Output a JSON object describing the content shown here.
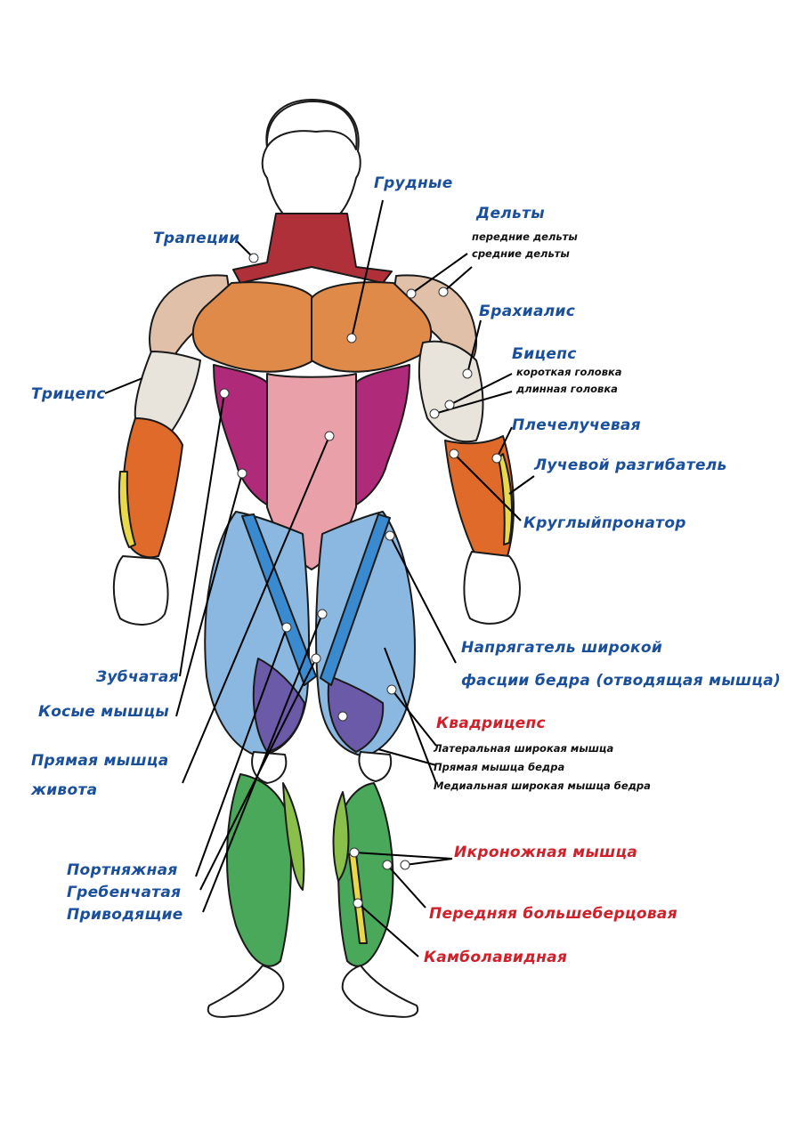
{
  "colors": {
    "label_blue": "#1a4f9c",
    "label_red": "#d0202a",
    "skin_outline": "#1a1a1a",
    "pectoral": "#e08a4a",
    "abs": "#e9a0a8",
    "oblique": "#b02a7a",
    "trapezius": "#b0303a",
    "forearm": "#e06a2a",
    "quad_light": "#8ab8e0",
    "quad_dark": "#6a5aa8",
    "sartorius": "#3a8ad0",
    "calf_green": "#4aa85a",
    "calf_lime": "#8ac04a",
    "yellow": "#e8d84a",
    "deltoid": "#e0c0a8",
    "biceps": "#e8e4dc"
  },
  "labels": {
    "grudnye": "Грудные",
    "delty": "Дельты",
    "perednie_delty": "передние дельты",
    "srednie_delty": "средние дельты",
    "trapecii": "Трапеции",
    "brahialis": "Брахиалис",
    "biceps": "Бицепс",
    "korotkaya": "короткая головка",
    "dlinnaya": "длинная головка",
    "triceps": "Трицепс",
    "plecheluch": "Плечелучевая",
    "luchevoy": "Лучевой разгибатель",
    "kruglyy": "Круглыйпронатор",
    "napryag1": "Напрягатель широкой",
    "napryag2": "фасции бедра (отводящая мышца)",
    "zubchataya": "Зубчатая",
    "kosye": "Косые мышцы",
    "pryamaya1": "Прямая мышца",
    "pryamaya2": "живота",
    "kvadriceps": "Квадрицепс",
    "lateral": "Латеральная широкая мышца",
    "pryamaya_bedra": "Прямая мышца бедра",
    "medial": "Медиальная широкая мышца бедра",
    "ikronozh": "Икроножная мышца",
    "portnyazh": "Портняжная",
    "grebench": "Гребенчатая",
    "privod": "Приводящие",
    "perednyaya": "Передняя большеберцовая",
    "kambal": "Камболавидная"
  }
}
